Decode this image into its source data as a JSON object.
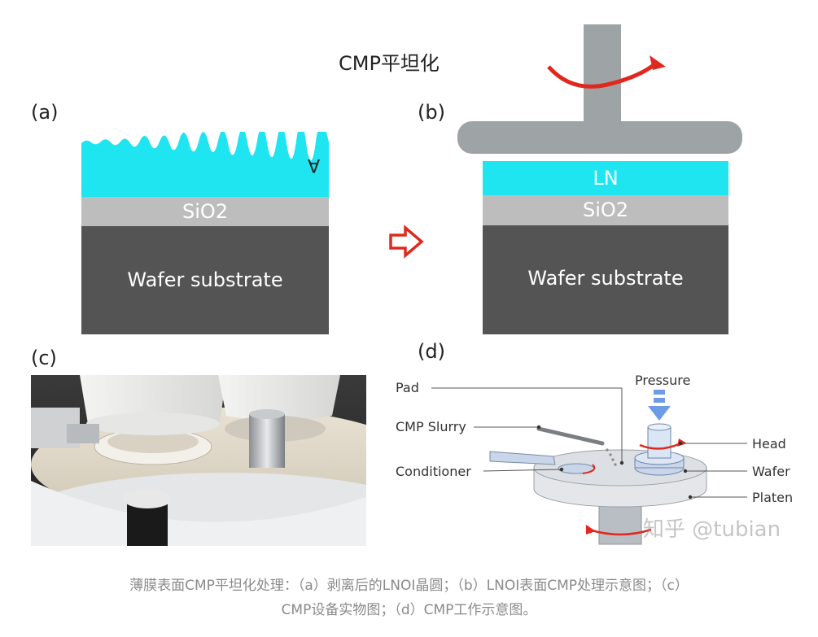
{
  "title": "CMP平坦化",
  "panels": {
    "a": {
      "label": "(a)",
      "flipped_text": "A",
      "sio2": "SiO2",
      "wafer": "Wafer substrate"
    },
    "b": {
      "label": "(b)",
      "ln": "LN",
      "sio2": "SiO2",
      "wafer": "Wafer substrate"
    },
    "c": {
      "label": "(c)"
    },
    "d": {
      "label": "(d)",
      "pressure": "Pressure",
      "pad": "Pad",
      "slurry": "CMP Slurry",
      "conditioner": "Conditioner",
      "head": "Head",
      "wafer": "Wafer",
      "platen": "Platen",
      "watermark": "知乎 @tubian"
    }
  },
  "caption": {
    "line1": "薄膜表面CMP平坦化处理：（a）剥离后的LNOI晶圆；（b）LNOI表面CMP处理示意图；（c）",
    "line2": "CMP设备实物图；（d）CMP工作示意图。"
  },
  "colors": {
    "ln_cyan": "#1fe5f0",
    "sio2_gray": "#bdbdbd",
    "substrate_dark": "#545454",
    "tool_gray": "#9ea3a5",
    "arrow_red": "#e0281e"
  }
}
